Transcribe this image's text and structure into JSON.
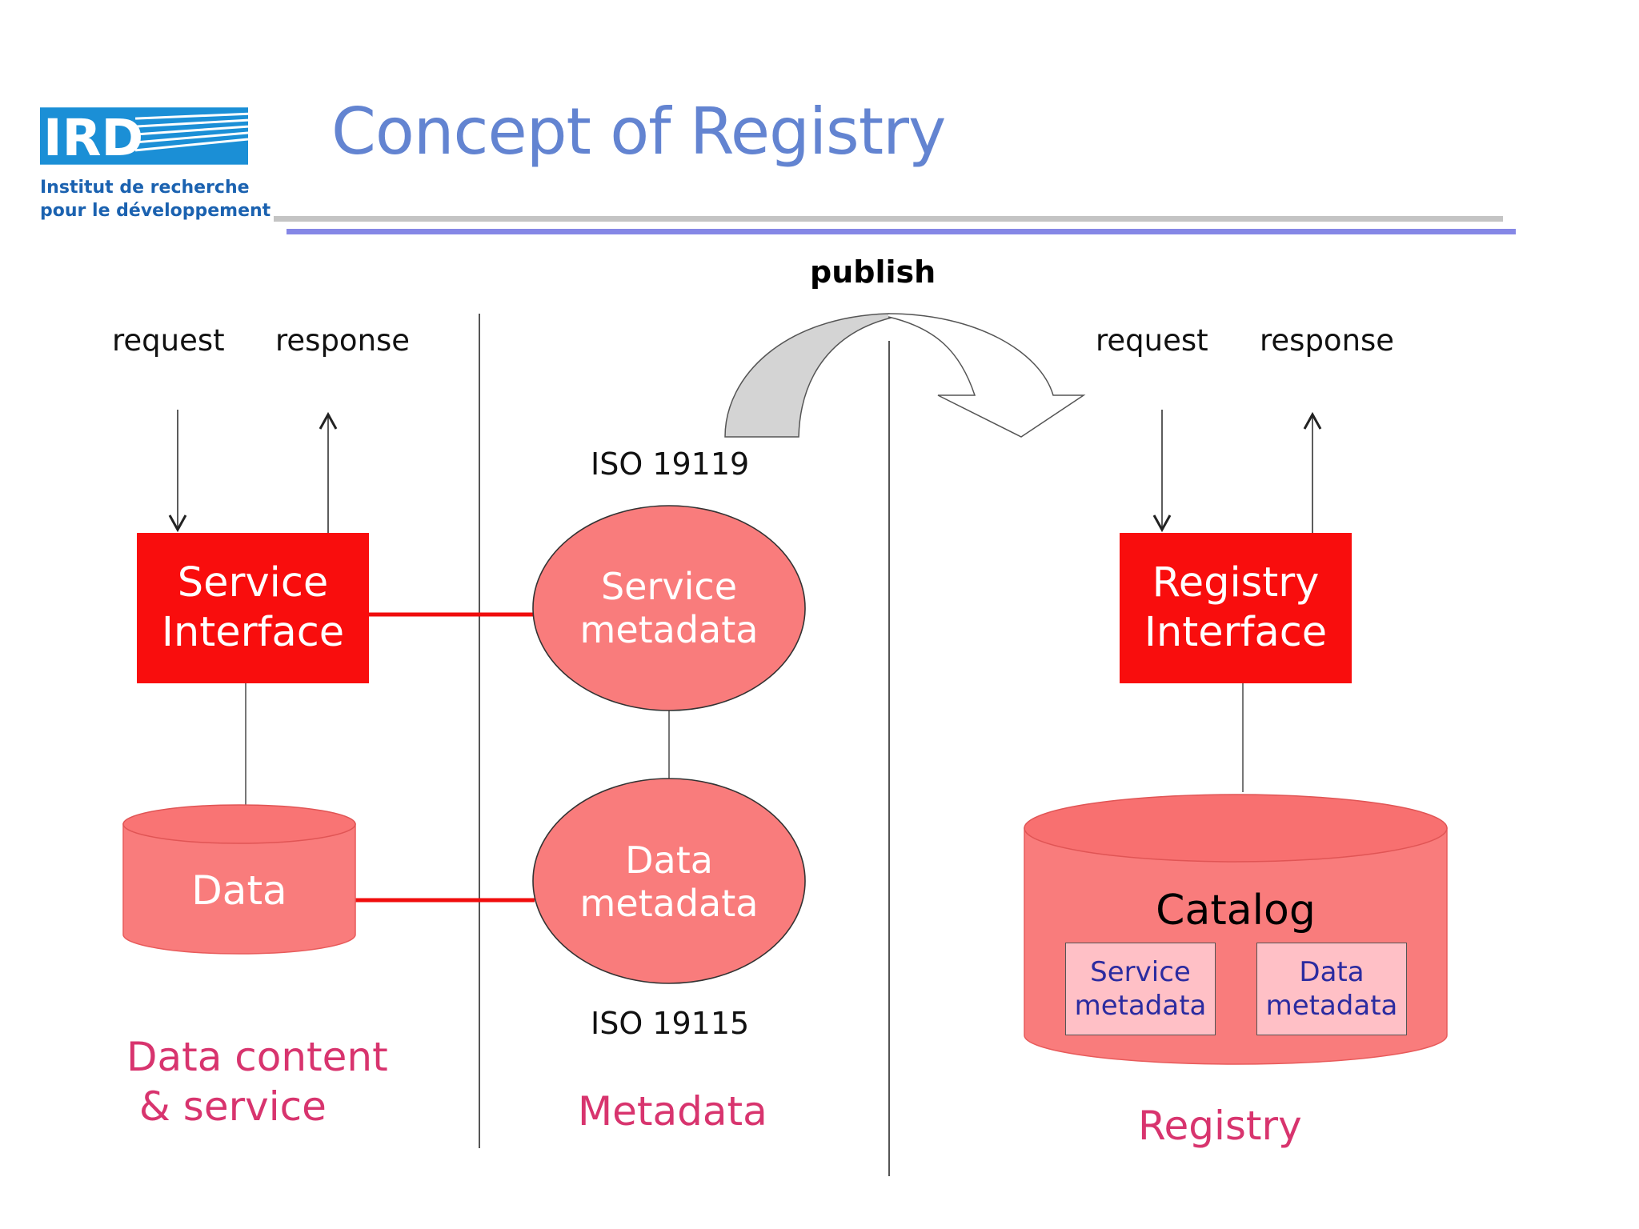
{
  "logo": {
    "acronym": "IRD",
    "line1": "Institut de recherche",
    "line2": "pour le développement"
  },
  "title": "Concept of Registry",
  "publish_label": "publish",
  "left": {
    "request": "request",
    "response": "response",
    "interface_box": "Service\nInterface",
    "data_cylinder": "Data",
    "section_label": "Data content\n & service"
  },
  "middle": {
    "iso_top": "ISO 19119",
    "service_metadata": "Service\nmetadata",
    "data_metadata": "Data\nmetadata",
    "iso_bottom": "ISO 19115",
    "section_label": "Metadata"
  },
  "right": {
    "request": "request",
    "response": "response",
    "interface_box": "Registry\nInterface",
    "catalog_label": "Catalog",
    "catalog_service": "Service\nmetadata",
    "catalog_data": "Data\nmetadata",
    "section_label": "Registry"
  },
  "colors": {
    "title": "#6384d1",
    "red_box": "#f90d0d",
    "salmon": "#f97c7c",
    "section_text": "#d8346e",
    "connector": "#f00d0d",
    "logo_blue": "#1b62b0"
  }
}
